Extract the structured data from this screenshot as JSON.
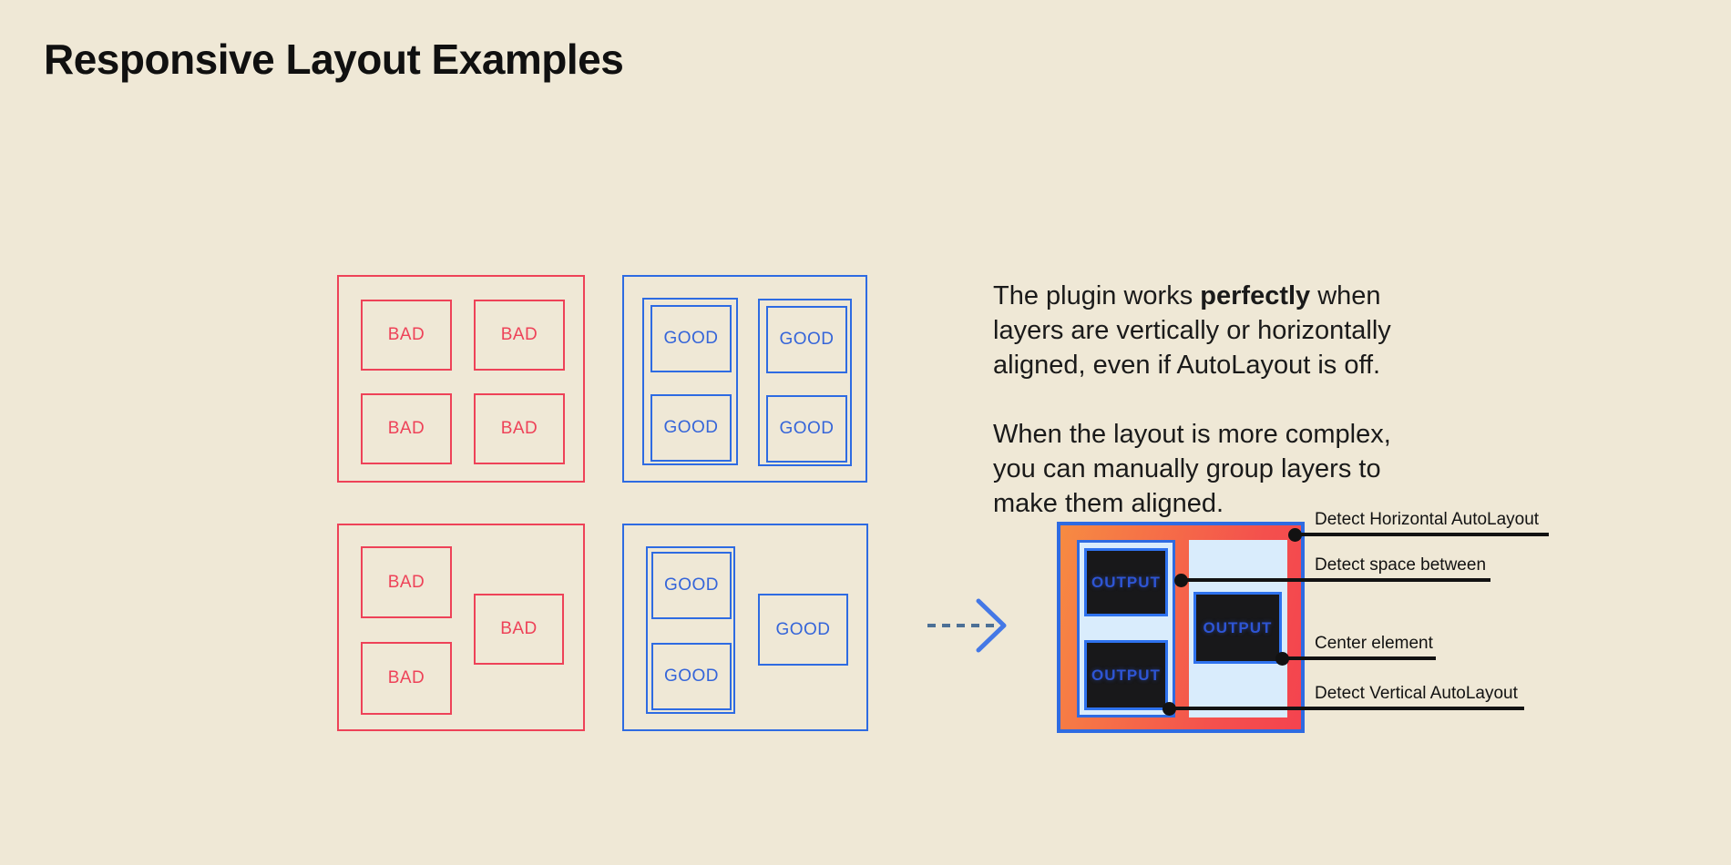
{
  "title": "Responsive Layout Examples",
  "labels": {
    "bad": "BAD",
    "good": "GOOD",
    "output": "OUTPUT"
  },
  "description": {
    "p1_before": "The plugin works ",
    "p1_bold": "perfectly",
    "p1_after": " when layers are vertically or horizontally aligned, even if AutoLayout is off.",
    "p2": "When the layout is more complex, you can manually group layers to make them aligned."
  },
  "annotations": [
    {
      "label": "Detect Horizontal AutoLayout"
    },
    {
      "label": "Detect space between"
    },
    {
      "label": "Center element"
    },
    {
      "label": "Detect Vertical AutoLayout"
    }
  ],
  "colors": {
    "background": "#EFE8D6",
    "bad_red": "#EE4258",
    "good_blue": "#2E6BE2",
    "output_gradient_start": "#F78B42",
    "output_gradient_end": "#F4434F",
    "panel_light_blue": "#D9ECFC",
    "output_box_dark": "#18181A",
    "output_text_blue": "#2E55D4",
    "annotation_black": "#121212"
  }
}
